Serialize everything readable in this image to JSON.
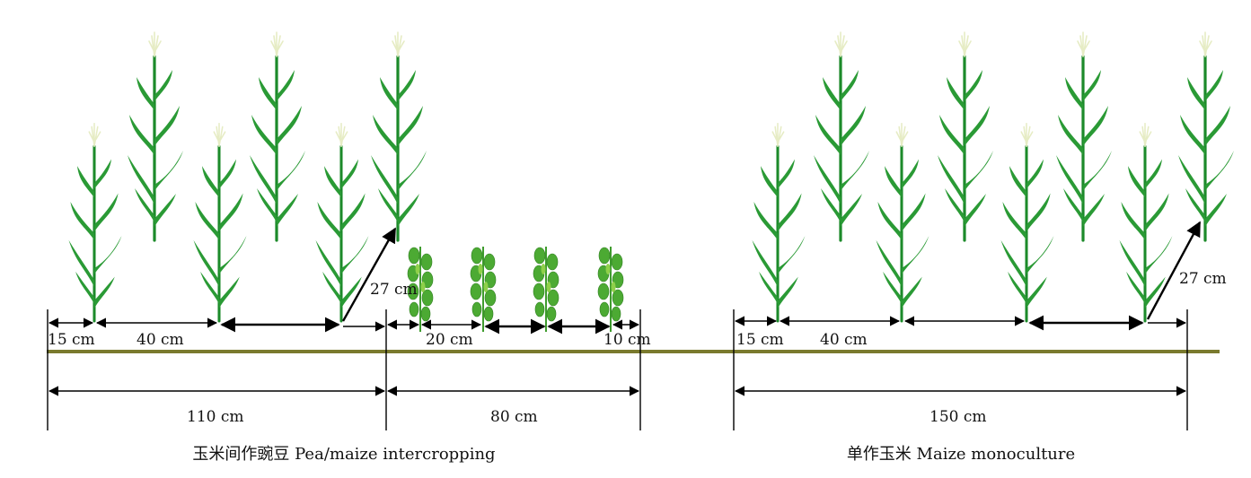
{
  "labels": {
    "left_15": "15 cm",
    "left_40": "40 cm",
    "left_27": "27 cm",
    "pea_20": "20 cm",
    "pea_10": "10 cm",
    "left_110": "110 cm",
    "pea_80": "80 cm",
    "right_15": "15 cm",
    "right_40": "40 cm",
    "right_27": "27 cm",
    "right_150": "150 cm"
  },
  "captions": {
    "intercropping": "玉米间作豌豆 Pea/maize intercropping",
    "monoculture": "单作玉米 Maize monoculture"
  },
  "colors": {
    "maize_green": "#1c8a2a",
    "pea_green": "#4caa33",
    "soil_line": "#7a7a2e"
  }
}
